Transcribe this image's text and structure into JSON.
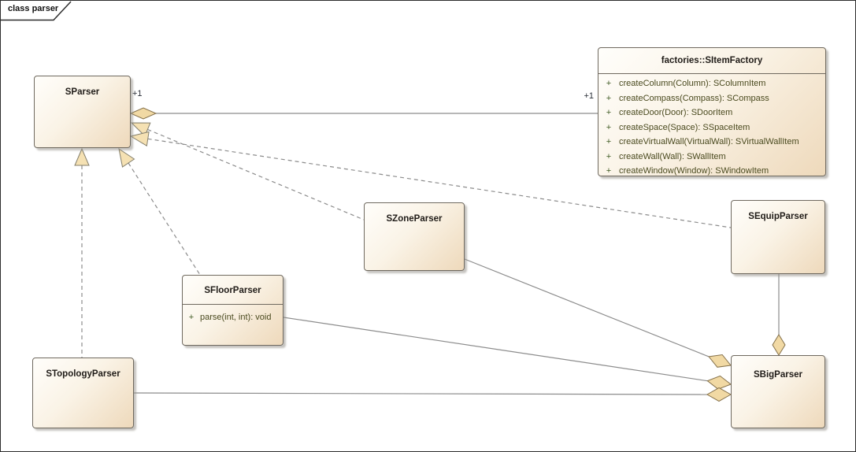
{
  "frame": {
    "label": "class parser"
  },
  "classes": {
    "sparser": {
      "name": "SParser"
    },
    "factory": {
      "name": "factories::SItemFactory",
      "methods": [
        {
          "vis": "+",
          "sig": "createColumn(Column): SColumnItem"
        },
        {
          "vis": "+",
          "sig": "createCompass(Compass): SCompass"
        },
        {
          "vis": "+",
          "sig": "createDoor(Door): SDoorItem"
        },
        {
          "vis": "+",
          "sig": "createSpace(Space): SSpaceItem"
        },
        {
          "vis": "+",
          "sig": "createVirtualWall(VirtualWall): SVirtualWallItem"
        },
        {
          "vis": "+",
          "sig": "createWall(Wall): SWallItem"
        },
        {
          "vis": "+",
          "sig": "createWindow(Window): SWindowItem"
        }
      ]
    },
    "szoneparser": {
      "name": "SZoneParser"
    },
    "sfloorparser": {
      "name": "SFloorParser",
      "methods": [
        {
          "vis": "+",
          "sig": "parse(int, int): void"
        }
      ]
    },
    "stopologyparser": {
      "name": "STopologyParser"
    },
    "sequipparser": {
      "name": "SEquipParser"
    },
    "sbigparser": {
      "name": "SBigParser"
    }
  },
  "labels": {
    "sparser_multiplicity": "+1",
    "factory_multiplicity": "+1"
  },
  "relations": [
    {
      "type": "aggregation",
      "diamond_at": "SParser",
      "from": "SParser",
      "to": "factories::SItemFactory",
      "from_multiplicity": "+1",
      "to_multiplicity": "+1",
      "style": "solid"
    },
    {
      "type": "realization",
      "from": "SZoneParser",
      "to": "SParser",
      "style": "dashed"
    },
    {
      "type": "realization",
      "from": "SEquipParser",
      "to": "SParser",
      "style": "dashed"
    },
    {
      "type": "realization",
      "from": "SFloorParser",
      "to": "SParser",
      "style": "dashed"
    },
    {
      "type": "realization",
      "from": "STopologyParser",
      "to": "SParser",
      "style": "dashed"
    },
    {
      "type": "aggregation",
      "diamond_at": "SBigParser",
      "from": "SZoneParser",
      "to": "SBigParser",
      "style": "solid"
    },
    {
      "type": "aggregation",
      "diamond_at": "SBigParser",
      "from": "SFloorParser",
      "to": "SBigParser",
      "style": "solid"
    },
    {
      "type": "aggregation",
      "diamond_at": "SBigParser",
      "from": "STopologyParser",
      "to": "SBigParser",
      "style": "solid"
    },
    {
      "type": "aggregation",
      "diamond_at": "SBigParser",
      "from": "SEquipParser",
      "to": "SBigParser",
      "style": "solid"
    }
  ],
  "colors": {
    "box_fill_light": "#fffefb",
    "box_fill_dark": "#eed9bb",
    "box_border": "#6f695f",
    "line": "#8c8c8c",
    "arrowhead_fill": "#f5e1b3",
    "diamond_fill": "#f1d9a4",
    "method_text": "#4a4a1f",
    "title_text": "#201c18",
    "frame_border": "#2d2d2d"
  }
}
